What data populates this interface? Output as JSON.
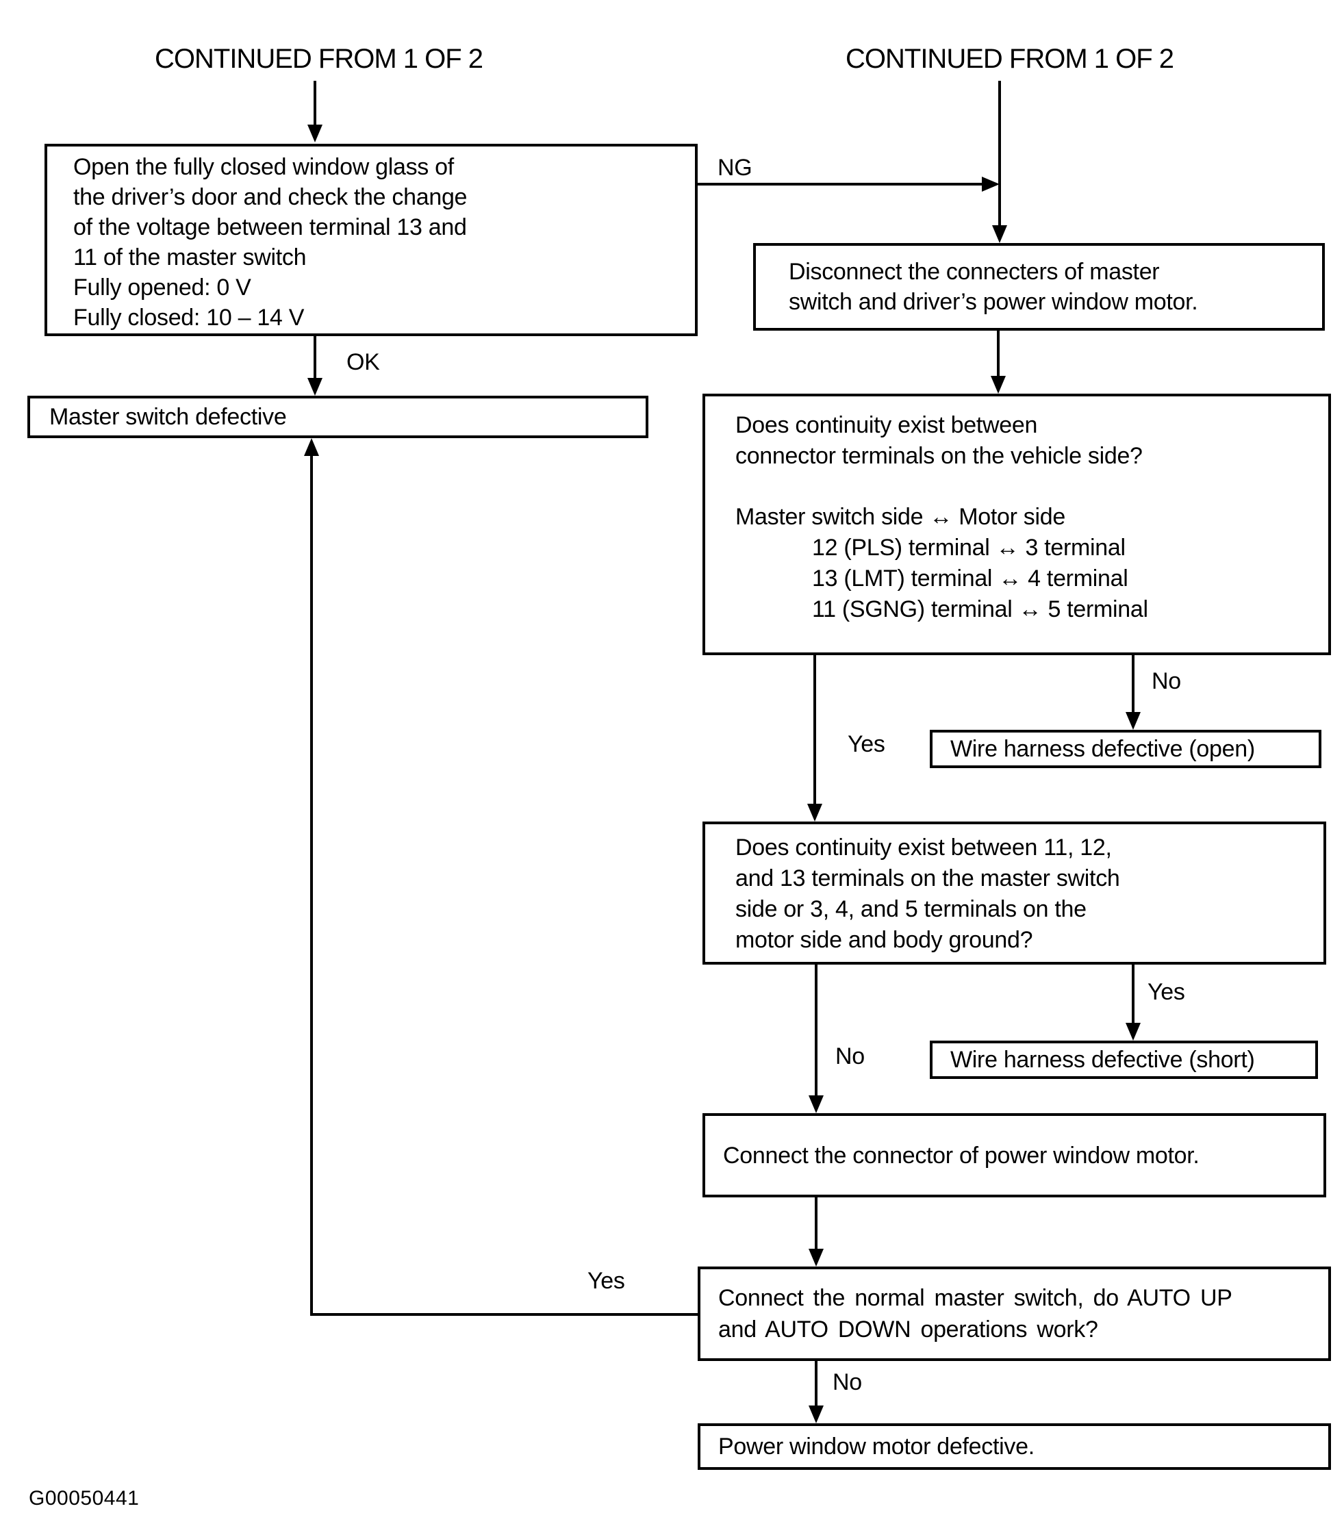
{
  "colors": {
    "ink": "#000000",
    "paper": "#ffffff"
  },
  "headers": {
    "left": "CONTINUED FROM 1 OF 2",
    "right": "CONTINUED FROM 1 OF 2"
  },
  "nodes": {
    "check_window_voltage": {
      "text": "Open the fully closed window glass of\nthe driver’s door and check the change\nof the voltage between terminal 13 and\n11 of the master switch\nFully opened: 0 V\nFully closed: 10 – 14 V"
    },
    "master_switch_defective": {
      "text": "Master switch defective"
    },
    "disconnect_connectors": {
      "text": "Disconnect the connecters of master\nswitch and driver’s power window motor."
    },
    "continuity_vehicle_side": {
      "question": "Does continuity exist between\nconnector terminals on the vehicle side?",
      "mapping_title": "Master switch side ↔ Motor side",
      "mapping": "12 (PLS) terminal ↔ 3 terminal\n13 (LMT) terminal ↔ 4 terminal\n11 (SGNG) terminal ↔ 5 terminal"
    },
    "wire_harness_open": {
      "text": "Wire harness defective (open)"
    },
    "continuity_body_ground": {
      "text": "Does continuity exist between 11, 12,\nand 13 terminals on the master switch\nside or 3, 4, and 5 terminals on the\nmotor side and body ground?"
    },
    "wire_harness_short": {
      "text": "Wire harness defective (short)"
    },
    "connect_motor_connector": {
      "text": "Connect the connector of power window motor."
    },
    "auto_up_down_check": {
      "text": "Connect the normal master switch, do AUTO UP\nand AUTO DOWN operations work?"
    },
    "motor_defective": {
      "text": "Power window motor defective."
    }
  },
  "labels": {
    "ng": "NG",
    "ok": "OK",
    "yes_continuity": "Yes",
    "no_continuity": "No",
    "yes_short": "Yes",
    "no_ground": "No",
    "yes_loop": "Yes",
    "no_auto": "No"
  },
  "figure_code": "G00050441"
}
